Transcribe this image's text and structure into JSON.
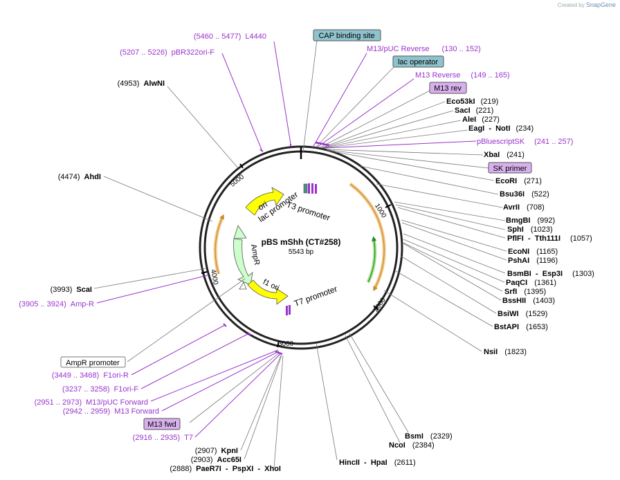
{
  "brand": {
    "prefix": "Created by",
    "name": "SnapGene"
  },
  "plasmid": {
    "name": "pBS mShh (CT#258)",
    "size": "5543 bp"
  },
  "ticks": [
    "1000",
    "2000",
    "3000",
    "4000",
    "5000"
  ],
  "features": [
    {
      "label": "ori",
      "color": "#ffff00"
    },
    {
      "label": "lac promoter",
      "color": "#ffffff"
    },
    {
      "label": "T3 promoter",
      "color": "#ffffff"
    },
    {
      "label": "AmpR",
      "color": "#ccffcc"
    },
    {
      "label": "f1 ori",
      "color": "#ffff00"
    },
    {
      "label": "T7 promoter",
      "color": "#ffffff"
    }
  ],
  "labels": [
    {
      "pos": "(5460 .. 5477)",
      "name": "L4440",
      "kind": "primer"
    },
    {
      "pos": "(5207 .. 5226)",
      "name": "pBR322ori-F",
      "kind": "primer"
    },
    {
      "pos": "(4953)",
      "name": "AlwNI",
      "kind": "enzyme"
    },
    {
      "pos": "(4474)",
      "name": "AhdI",
      "kind": "enzyme"
    },
    {
      "pos": "(3993)",
      "name": "ScaI",
      "kind": "enzyme"
    },
    {
      "pos": "(3905 .. 3924)",
      "name": "Amp-R",
      "kind": "primer"
    },
    {
      "name": "AmpR promoter",
      "kind": "box-white"
    },
    {
      "pos": "(3449 .. 3468)",
      "name": "F1ori-R",
      "kind": "primer"
    },
    {
      "pos": "(3237 .. 3258)",
      "name": "F1ori-F",
      "kind": "primer"
    },
    {
      "pos": "(2951 .. 2973)",
      "name": "M13/pUC Forward",
      "kind": "primer"
    },
    {
      "pos": "(2942 .. 2959)",
      "name": "M13 Forward",
      "kind": "primer"
    },
    {
      "name": "M13 fwd",
      "kind": "box-purple"
    },
    {
      "pos": "(2916 .. 2935)",
      "name": "T7",
      "kind": "primer"
    },
    {
      "pos": "(2907)",
      "name": "KpnI",
      "kind": "enzyme"
    },
    {
      "pos": "(2903)",
      "name": "Acc65I",
      "kind": "enzyme"
    },
    {
      "pos": "(2888)",
      "name": "PaeR7I  -  PspXI  -  XhoI",
      "kind": "enzyme"
    },
    {
      "name": "CAP binding site",
      "kind": "box-teal"
    },
    {
      "name": "M13/pUC Reverse",
      "pos": "(130 .. 152)",
      "kind": "primer"
    },
    {
      "name": "lac operator",
      "kind": "box-teal"
    },
    {
      "name": "M13 Reverse",
      "pos": "(149 .. 165)",
      "kind": "primer"
    },
    {
      "name": "M13 rev",
      "kind": "box-purple"
    },
    {
      "name": "Eco53kI",
      "pos": "(219)",
      "kind": "enzyme"
    },
    {
      "name": "SacI",
      "pos": "(221)",
      "kind": "enzyme"
    },
    {
      "name": "AleI",
      "pos": "(227)",
      "kind": "enzyme"
    },
    {
      "name": "EagI  -  NotI",
      "pos": "(234)",
      "kind": "enzyme"
    },
    {
      "name": "pBluescriptSK",
      "pos": "(241 .. 257)",
      "kind": "primer"
    },
    {
      "name": "XbaI",
      "pos": "(241)",
      "kind": "enzyme"
    },
    {
      "name": "SK primer",
      "kind": "box-purple"
    },
    {
      "name": "EcoRI",
      "pos": "(271)",
      "kind": "enzyme"
    },
    {
      "name": "Bsu36I",
      "pos": "(522)",
      "kind": "enzyme"
    },
    {
      "name": "AvrII",
      "pos": "(708)",
      "kind": "enzyme"
    },
    {
      "name": "BmgBI",
      "pos": "(992)",
      "kind": "enzyme"
    },
    {
      "name": "SphI",
      "pos": "(1023)",
      "kind": "enzyme"
    },
    {
      "name": "PflFI  -  Tth111I",
      "pos": "(1057)",
      "kind": "enzyme"
    },
    {
      "name": "EcoNI",
      "pos": "(1165)",
      "kind": "enzyme"
    },
    {
      "name": "PshAI",
      "pos": "(1196)",
      "kind": "enzyme"
    },
    {
      "name": "BsmBI  -  Esp3I",
      "pos": "(1303)",
      "kind": "enzyme"
    },
    {
      "name": "PaqCI",
      "pos": "(1361)",
      "kind": "enzyme"
    },
    {
      "name": "SrfI",
      "pos": "(1395)",
      "kind": "enzyme"
    },
    {
      "name": "BssHII",
      "pos": "(1403)",
      "kind": "enzyme"
    },
    {
      "name": "BsiWI",
      "pos": "(1529)",
      "kind": "enzyme"
    },
    {
      "name": "BstAPI",
      "pos": "(1653)",
      "kind": "enzyme"
    },
    {
      "name": "NsiI",
      "pos": "(1823)",
      "kind": "enzyme"
    },
    {
      "name": "BsmI",
      "pos": "(2329)",
      "kind": "enzyme"
    },
    {
      "name": "NcoI",
      "pos": "(2384)",
      "kind": "enzyme"
    },
    {
      "name": "HincII  -  HpaI",
      "pos": "(2611)",
      "kind": "enzyme"
    }
  ]
}
